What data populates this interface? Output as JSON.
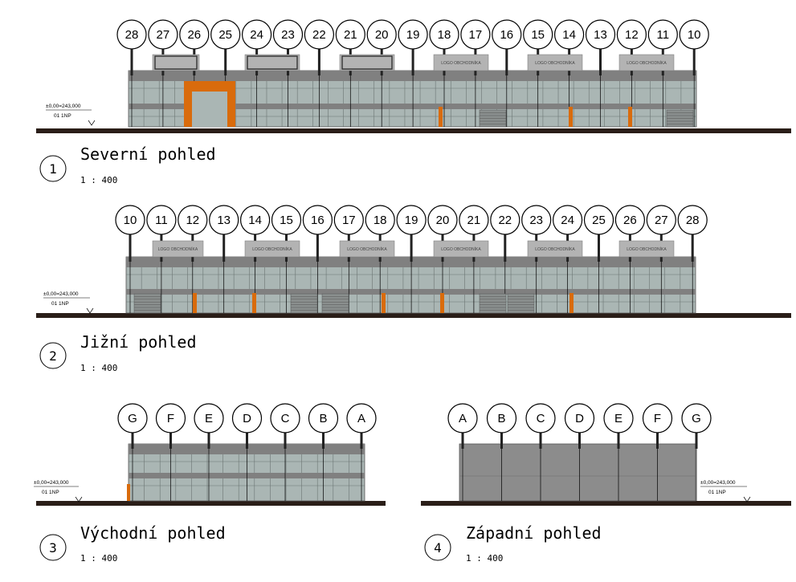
{
  "views": [
    {
      "id": "north",
      "number": "1",
      "title": "Severní pohled",
      "scale": "1 : 400",
      "axes": [
        "28",
        "27",
        "26",
        "25",
        "24",
        "23",
        "22",
        "21",
        "20",
        "19",
        "18",
        "17",
        "16",
        "15",
        "14",
        "13",
        "12",
        "11",
        "10"
      ],
      "logos": [
        "LOGO OBCHODNÍKA",
        "LOGO OBCHODNÍKA",
        "LOGO OBCHODNÍKA"
      ],
      "level_text": "±0,00=243,000",
      "level_name": "01 1NP"
    },
    {
      "id": "south",
      "number": "2",
      "title": "Jižní pohled",
      "scale": "1 : 400",
      "axes": [
        "10",
        "11",
        "12",
        "13",
        "14",
        "15",
        "16",
        "17",
        "18",
        "19",
        "20",
        "21",
        "22",
        "23",
        "24",
        "25",
        "26",
        "27",
        "28"
      ],
      "logos": [
        "LOGO OBCHODNÍKA",
        "LOGO OBCHODNÍKA",
        "LOGO OBCHODNÍKA",
        "LOGO OBCHODNÍKA",
        "LOGO OBCHODNÍKA",
        "LOGO OBCHODNÍKA"
      ],
      "level_text": "±0,00=243,000",
      "level_name": "01 1NP"
    },
    {
      "id": "east",
      "number": "3",
      "title": "Východní pohled",
      "scale": "1 : 400",
      "axes": [
        "G",
        "F",
        "E",
        "D",
        "C",
        "B",
        "A"
      ],
      "level_text": "±0,00=243,000",
      "level_name": "01 1NP"
    },
    {
      "id": "west",
      "number": "4",
      "title": "Západní pohled",
      "scale": "1 : 400",
      "axes": [
        "A",
        "B",
        "C",
        "D",
        "E",
        "F",
        "G"
      ],
      "level_text": "±0,00=243,000",
      "level_name": "01 1NP"
    }
  ],
  "colors": {
    "ground": "#2a1e18",
    "wall": "#9aa09e",
    "glass": "#aab6b4",
    "band": "#808080",
    "accent": "#d96b0c",
    "logo_box": "#b3b3b3",
    "west_wall": "#8c8c8c"
  }
}
